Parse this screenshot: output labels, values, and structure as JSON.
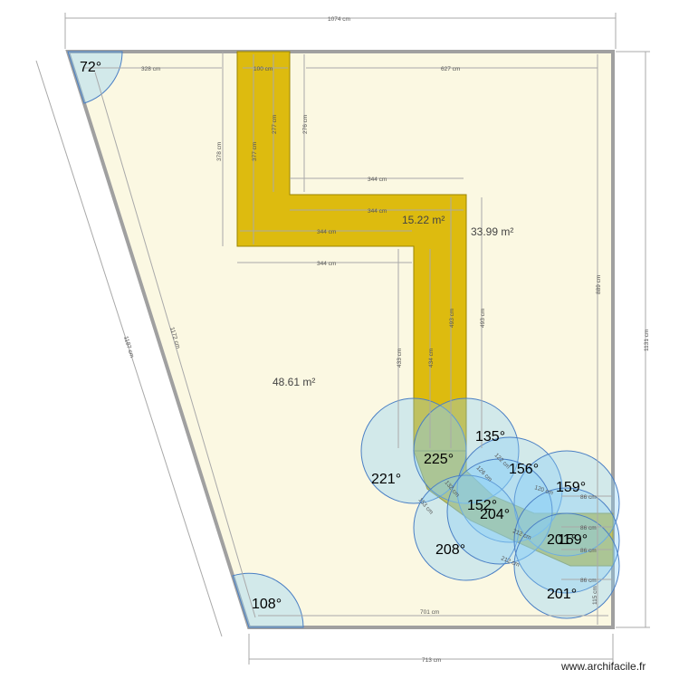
{
  "floorplan": {
    "areas": [
      "48.61 m²",
      "15.22 m²",
      "33.99 m²"
    ],
    "angles": [
      "72°",
      "108°",
      "135°",
      "225°",
      "221°",
      "156°",
      "159°",
      "152°",
      "204°",
      "201°",
      "159°",
      "208°",
      "201°"
    ],
    "dimensions": {
      "top_total": "1074 cm",
      "top_left": "328 cm",
      "top_mid": "100 cm",
      "top_right": "627 cm",
      "right_total": "1131 cm",
      "right_inner": "889 cm",
      "left_diag_outer": "1187 cm",
      "left_diag_inner": "1172 cm",
      "bottom_inner": "701 cm",
      "bottom_outer": "713 cm",
      "v378": "378 cm",
      "v377": "377 cm",
      "v277": "277 cm",
      "v276": "276 cm",
      "h344a": "344 cm",
      "h344b": "344 cm",
      "h344c": "344 cm",
      "h344d": "344 cm",
      "v493a": "493 cm",
      "v493b": "493 cm",
      "v434": "434 cm",
      "v433": "433 cm",
      "d122": "122 cm",
      "d126": "126 cm",
      "d132": "132 cm",
      "d153": "153 cm",
      "d212a": "212 cm",
      "d212b": "212 cm",
      "d120": "120 cm",
      "h86a": "86 cm",
      "h86b": "86 cm",
      "h86c": "86 cm",
      "h86d": "86 cm",
      "v115": "115 cm"
    }
  },
  "colors": {
    "room": "#fbf8e2",
    "corridor": "#ddbb0f",
    "wall": "#a0a0a0",
    "angle_fill": "#87cefa",
    "angle_stroke": "#4a7fc4"
  },
  "brand": "www.archifacile.fr"
}
